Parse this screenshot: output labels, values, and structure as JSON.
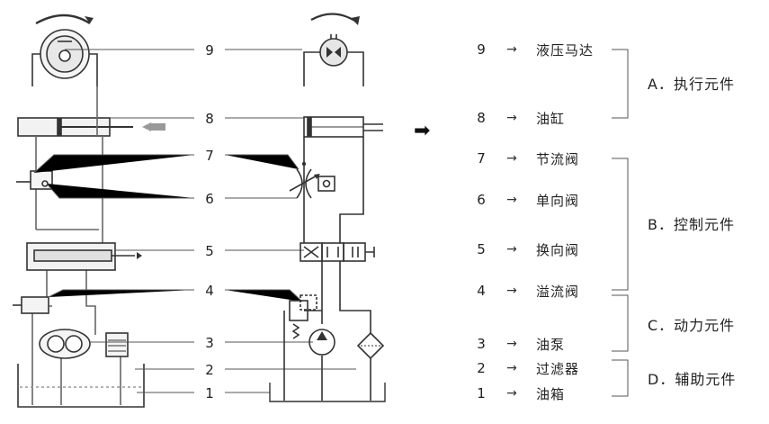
{
  "callout_numbers": [
    "9",
    "8",
    "7",
    "6",
    "5",
    "4",
    "3",
    "2",
    "1"
  ],
  "arrow_symbol": "→",
  "big_arrow_symbol": "➡",
  "components": [
    {
      "num": "9",
      "name": "液压马达"
    },
    {
      "num": "8",
      "name": "油缸"
    },
    {
      "num": "7",
      "name": "节流阀"
    },
    {
      "num": "6",
      "name": "单向阀"
    },
    {
      "num": "5",
      "name": "换向阀"
    },
    {
      "num": "4",
      "name": "溢流阀"
    },
    {
      "num": "3",
      "name": "油泵"
    },
    {
      "num": "2",
      "name": "过滤器"
    },
    {
      "num": "1",
      "name": "油箱"
    }
  ],
  "groups": [
    {
      "label": "A．执行元件"
    },
    {
      "label": "B．控制元件"
    },
    {
      "label": "C．动力元件"
    },
    {
      "label": "D．辅助元件"
    }
  ],
  "colors": {
    "line": "#333333",
    "pipe_gray": "#9a9a9a",
    "light_fill": "#f4f4f4",
    "motor_fill": "#e6e6e6"
  }
}
